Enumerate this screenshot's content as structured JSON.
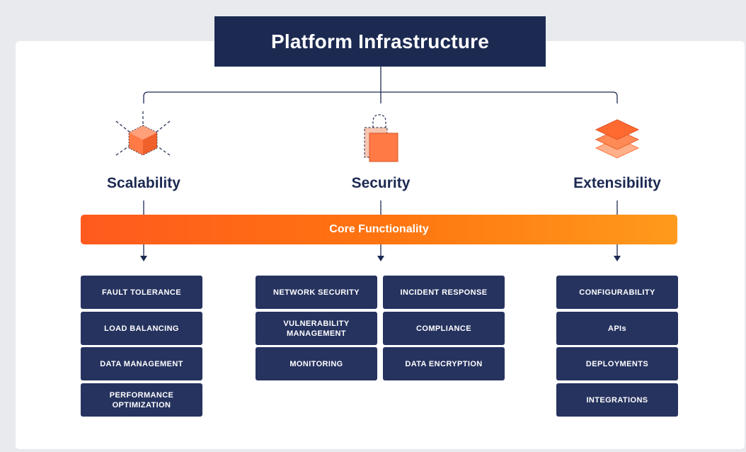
{
  "diagram": {
    "title": "Platform Infrastructure",
    "core_label": "Core Functionality",
    "pillars": [
      {
        "label": "Scalability",
        "icon": "exploding-cube-icon",
        "features": [
          "FAULT TOLERANCE",
          "LOAD BALANCING",
          "DATA MANAGEMENT",
          "PERFORMANCE OPTIMIZATION"
        ]
      },
      {
        "label": "Security",
        "icon": "padlock-icon",
        "features": [
          "NETWORK SECURITY",
          "INCIDENT RESPONSE",
          "VULNERABILITY MANAGEMENT",
          "COMPLIANCE",
          "MONITORING",
          "DATA ENCRYPTION"
        ]
      },
      {
        "label": "Extensibility",
        "icon": "stacked-layers-icon",
        "features": [
          "CONFIGURABILITY",
          "APIs",
          "DEPLOYMENTS",
          "INTEGRATIONS"
        ]
      }
    ]
  },
  "colors": {
    "navy": "#1c2a52",
    "box_navy": "#26335f",
    "orange": "#ff6a1a",
    "page_bg": "#e9eaee"
  }
}
